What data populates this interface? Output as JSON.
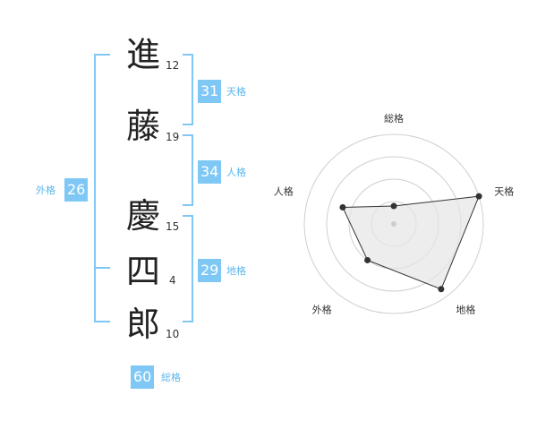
{
  "colors": {
    "accent": "#7fc8f5",
    "label": "#5bb6ec",
    "bracket": "#7fc8f5",
    "ring": "#cfcfcf",
    "fill": "#e6e6e6",
    "stroke": "#333333"
  },
  "name": {
    "characters": [
      {
        "char": "進",
        "strokes": "12"
      },
      {
        "char": "藤",
        "strokes": "19"
      },
      {
        "char": "慶",
        "strokes": "15"
      },
      {
        "char": "四",
        "strokes": "4"
      },
      {
        "char": "郎",
        "strokes": "10"
      }
    ]
  },
  "fortunes": {
    "tenkaku": {
      "value": "31",
      "label": "天格"
    },
    "jinkaku": {
      "value": "34",
      "label": "人格"
    },
    "chikaku": {
      "value": "29",
      "label": "地格"
    },
    "gaikaku": {
      "value": "26",
      "label": "外格"
    },
    "soukaku": {
      "value": "60",
      "label": "総格"
    }
  },
  "chart_data": {
    "type": "radar",
    "axes": [
      "総格",
      "天格",
      "地格",
      "外格",
      "人格"
    ],
    "values": [
      0.2,
      1.0,
      0.9,
      0.5,
      0.6
    ],
    "range": [
      0,
      1
    ],
    "rings": 4
  }
}
